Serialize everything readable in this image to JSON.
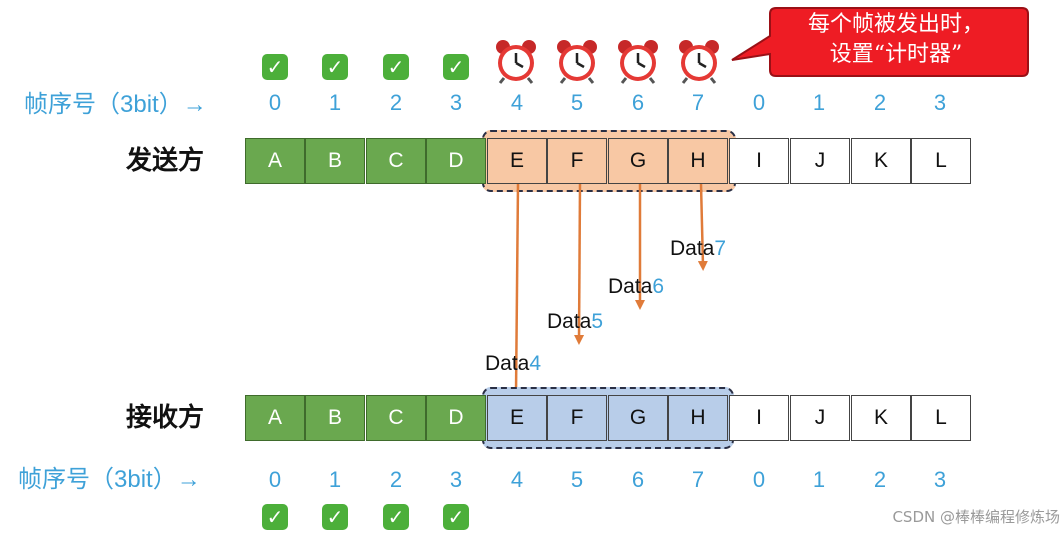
{
  "callout": {
    "text": "每个帧被发出时，\n设置“计时器”",
    "fill": "#ee1c24"
  },
  "top_seq": {
    "label": "帧序号（3bit）→",
    "numbers": [
      "0",
      "1",
      "2",
      "3",
      "4",
      "5",
      "6",
      "7",
      "0",
      "1",
      "2",
      "3"
    ]
  },
  "bottom_seq": {
    "label": "帧序号（3bit）→",
    "numbers": [
      "0",
      "1",
      "2",
      "3",
      "4",
      "5",
      "6",
      "7",
      "0",
      "1",
      "2",
      "3"
    ]
  },
  "sender": {
    "label": "发送方",
    "frames": [
      "A",
      "B",
      "C",
      "D",
      "E",
      "F",
      "G",
      "H",
      "I",
      "J",
      "K",
      "L"
    ]
  },
  "receiver": {
    "label": "接收方",
    "frames": [
      "A",
      "B",
      "C",
      "D",
      "E",
      "F",
      "G",
      "H",
      "I",
      "J",
      "K",
      "L"
    ]
  },
  "checkmark": "✓",
  "transmissions": [
    {
      "prefix": "Data",
      "num": "4"
    },
    {
      "prefix": "Data",
      "num": "5"
    },
    {
      "prefix": "Data",
      "num": "6"
    },
    {
      "prefix": "Data",
      "num": "7"
    }
  ],
  "colors": {
    "acked": "#6aa84f",
    "sender_window": "#f8c8a4",
    "receiver_window": "#b8cde9",
    "arrow": "#e07b39",
    "seq_number": "#3ea1d8"
  },
  "watermark": "CSDN @棒棒编程修炼场"
}
